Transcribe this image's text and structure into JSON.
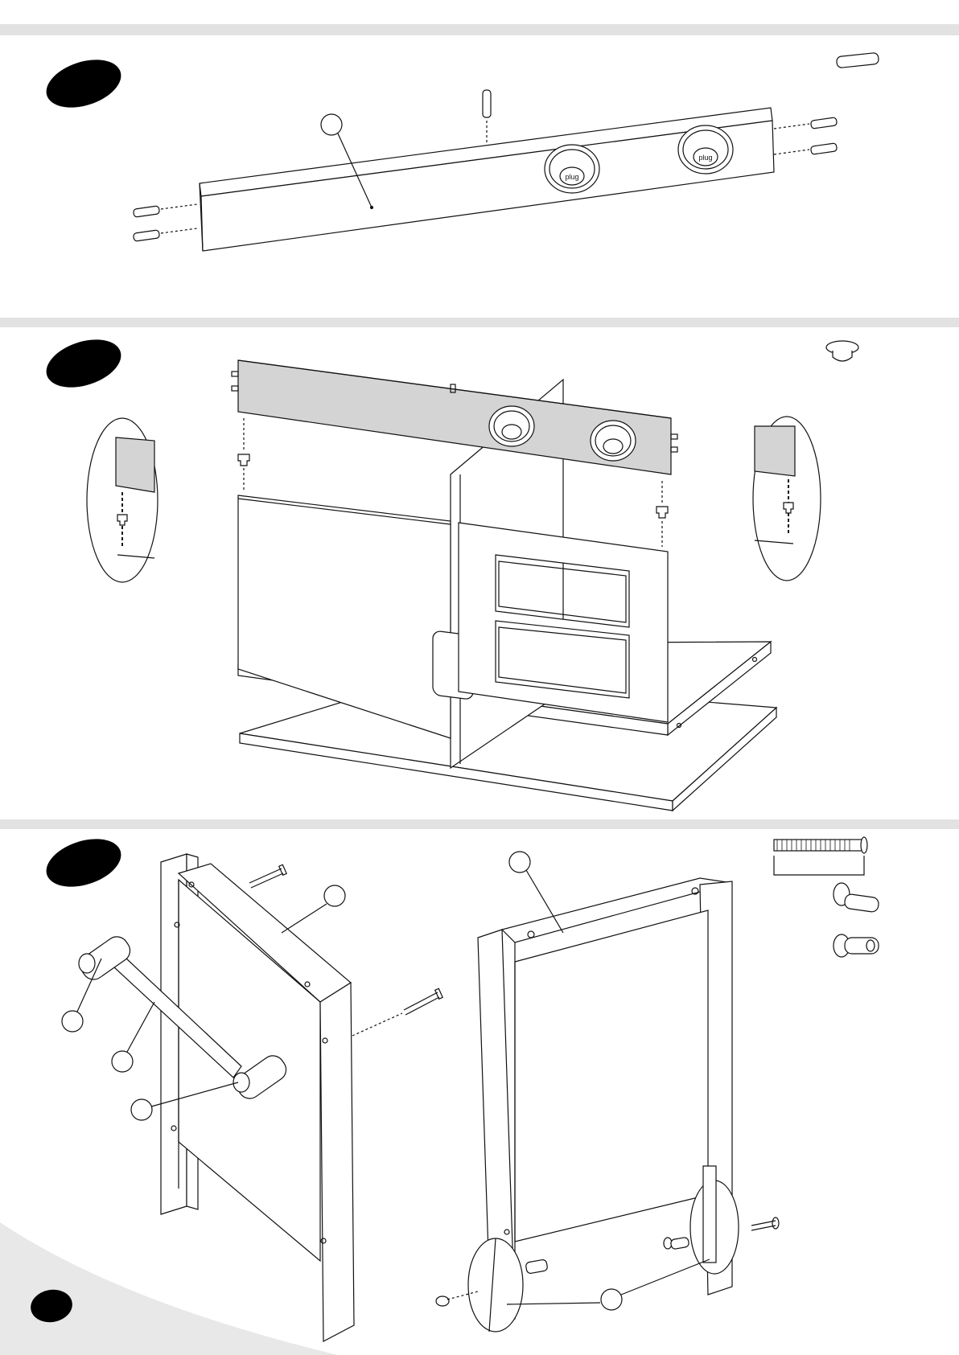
{
  "page": {
    "number": "",
    "colors": {
      "band": "#e2e2e2",
      "ink": "#111111",
      "shaded_panel": "#d4d4d4",
      "corner": "#e8e8e8"
    }
  },
  "steps": [
    {
      "id": 1,
      "badge_label": "",
      "parts": [
        "callout-circle",
        "front-rail",
        "wall-mount-plug-1",
        "wall-mount-plug-2",
        "wooden-dowel"
      ]
    },
    {
      "id": 2,
      "badge_label": "",
      "parts": [
        "front-rail",
        "cabinet-door-left",
        "cabinet-door-right",
        "shelf",
        "floor-panel",
        "cam-lock"
      ]
    },
    {
      "id": 3,
      "badge_label": "",
      "parts": [
        "side-frame-left",
        "side-frame-right",
        "handle-bar",
        "wheel",
        "bolt",
        "barrel-nut"
      ]
    }
  ],
  "callouts": {
    "labels": [
      "",
      "",
      "",
      "",
      "",
      "",
      "",
      ""
    ]
  },
  "hardware": {
    "dowel": "wooden-dowel-icon",
    "cam_lock": "cam-lock-icon",
    "long_bolt": "long-bolt-icon",
    "barrel_nut_a": "barrel-nut-icon",
    "barrel_nut_b": "sleeve-nut-icon"
  }
}
